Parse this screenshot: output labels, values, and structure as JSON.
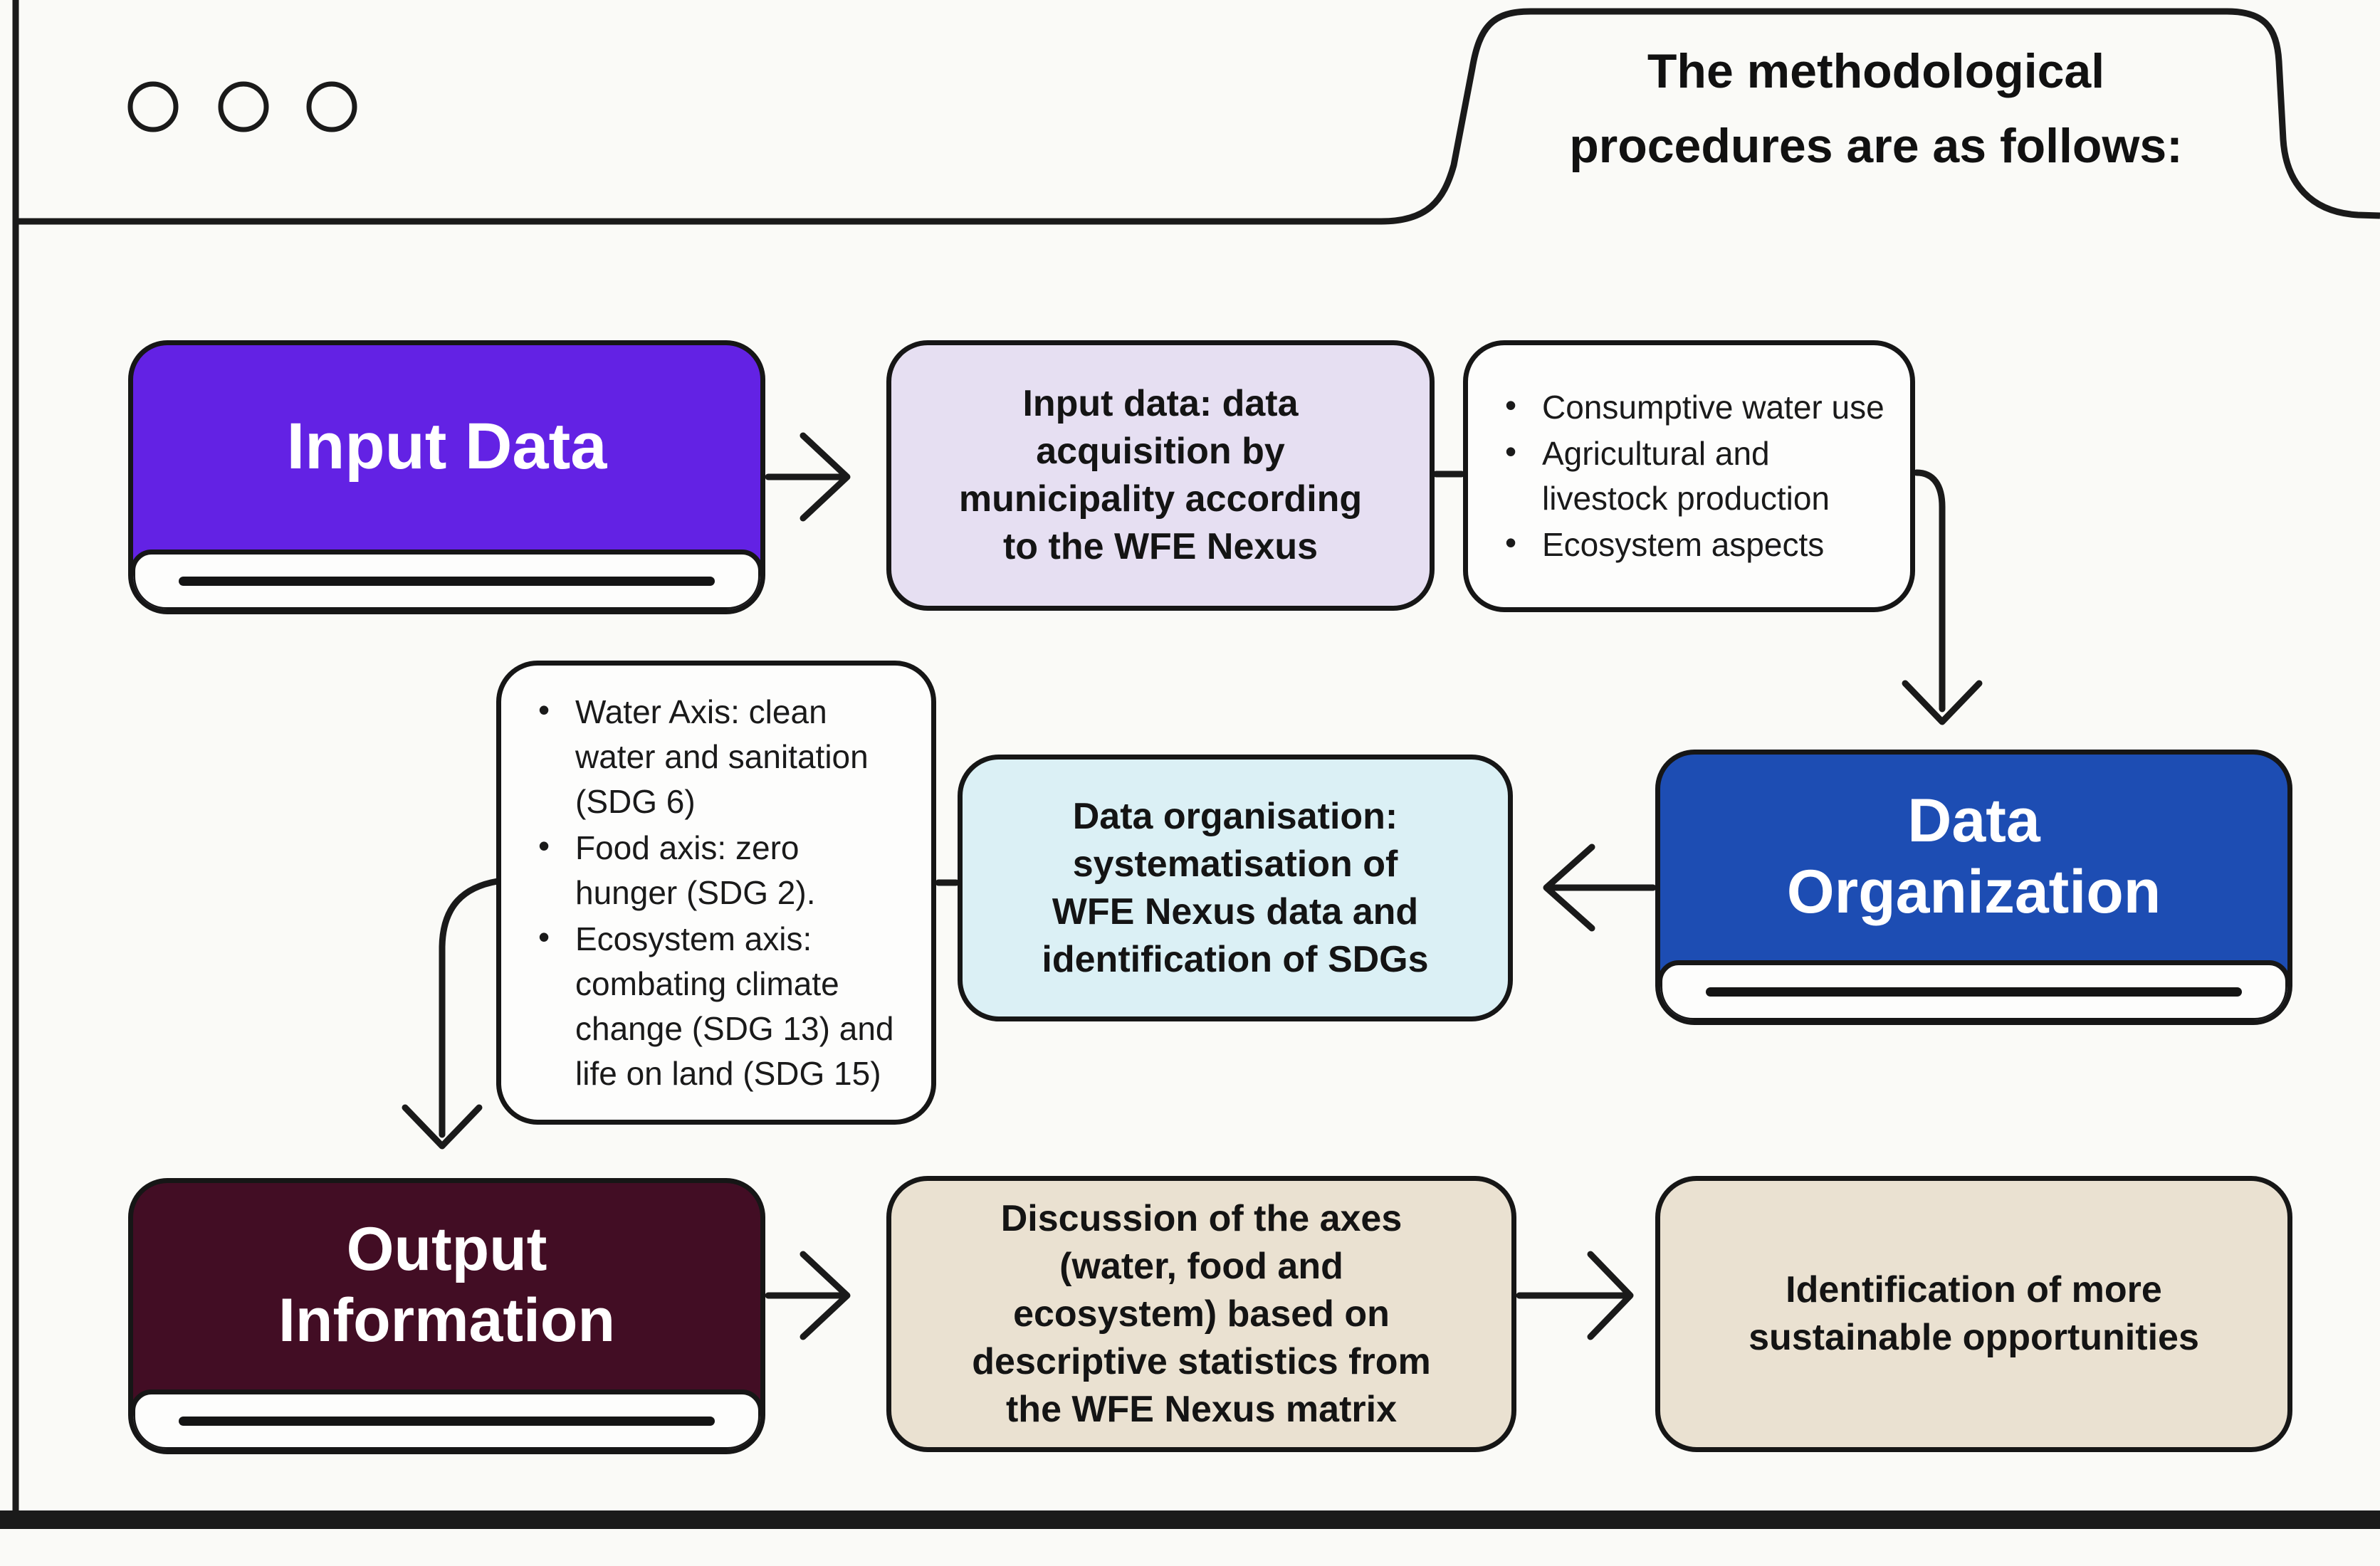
{
  "frame": {
    "callout": {
      "lines": [
        "The methodological",
        "procedures are as follows:"
      ]
    }
  },
  "colors": {
    "background": "#FAFAF7",
    "outline": "#1A1A1A",
    "stage_input": "#6322E4",
    "stage_organization": "#1D4DB3",
    "stage_output": "#420D24",
    "step_input": "#E6DFF2",
    "step_organisation": "#DBF0F5",
    "step_discussion": "#EAE1D1",
    "step_outcome": "#EAE1D1",
    "detail_box": "#FDFDFC",
    "card_footer": "#FDFDFC",
    "stage_text": "#FFFFFF",
    "body_text": "#141414"
  },
  "glyphs": {
    "bullet": "•"
  },
  "flow": {
    "input_stage": {
      "label": "Input Data"
    },
    "input_step": {
      "lines": [
        "Input data: data",
        "acquisition by",
        "municipality according",
        "to the WFE Nexus"
      ]
    },
    "input_details": {
      "items": [
        "Consumptive water use",
        "Agricultural and livestock production",
        "Ecosystem aspects"
      ]
    },
    "organization_stage": {
      "lines": [
        "Data",
        "Organization"
      ]
    },
    "organisation_step": {
      "lines": [
        "Data organisation:",
        "systematisation of",
        "WFE Nexus data and",
        "identification of SDGs"
      ]
    },
    "sdg_details": {
      "items": [
        "Water Axis: clean water and sanitation (SDG 6)",
        "Food axis: zero hunger (SDG 2).",
        "Ecosystem axis: combating climate change (SDG 13) and life on land (SDG 15)"
      ]
    },
    "output_stage": {
      "lines": [
        "Output",
        "Information"
      ]
    },
    "discussion_step": {
      "lines": [
        "Discussion of the axes",
        "(water, food and",
        "ecosystem) based on",
        "descriptive statistics from",
        "the WFE Nexus matrix"
      ]
    },
    "outcome_step": {
      "lines": [
        "Identification of more",
        "sustainable opportunities"
      ]
    }
  }
}
